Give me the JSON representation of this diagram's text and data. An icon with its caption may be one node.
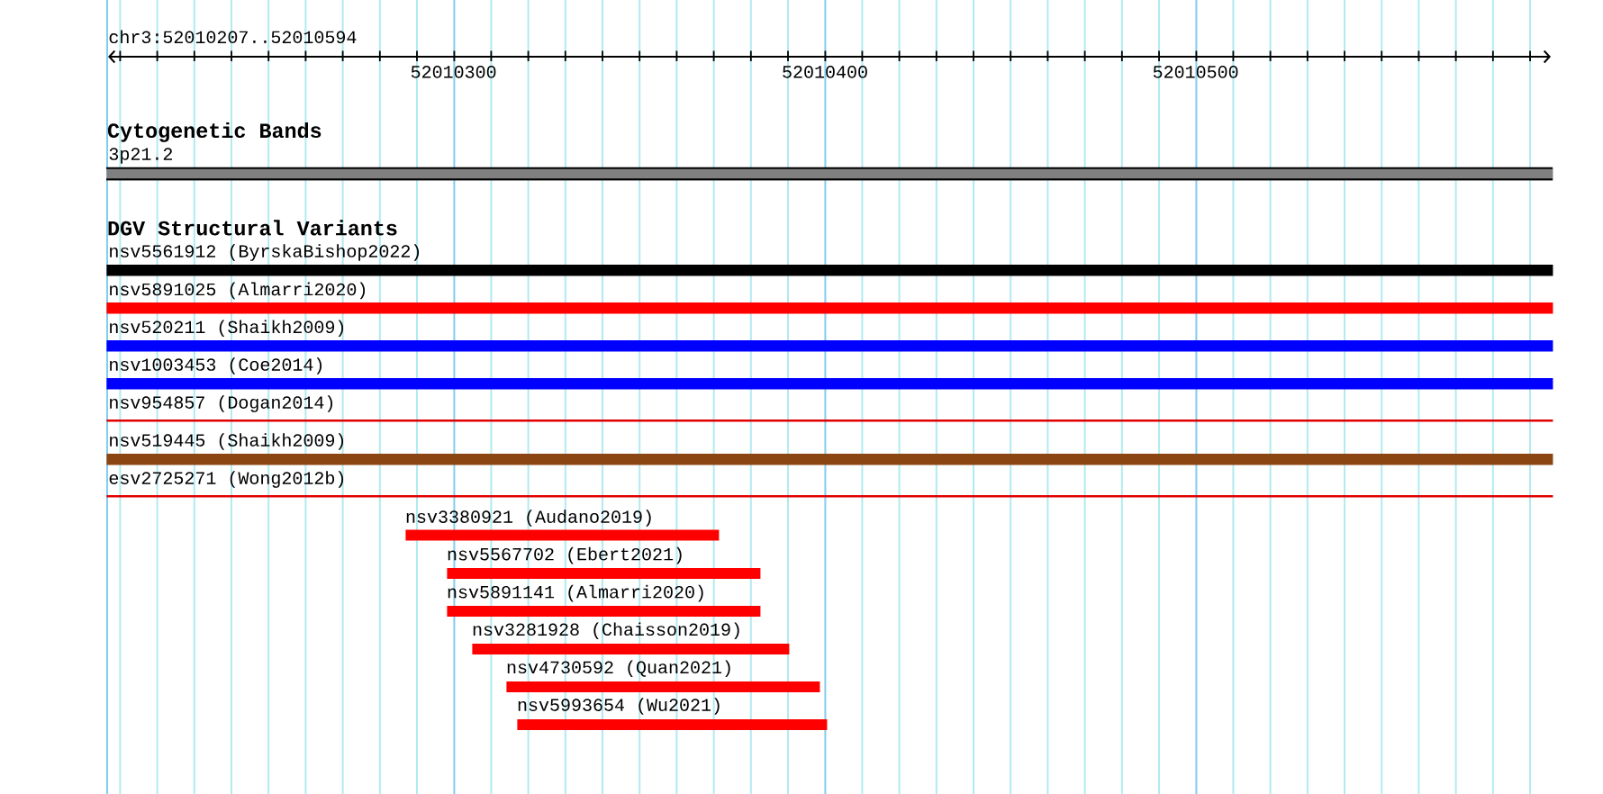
{
  "diagram": {
    "nodes": [
      {
        "text": [
          "3p21.2"
        ]
      },
      {
        "text": [
          "nsv5561912 (ByrskaBishop2022)"
        ]
      },
      {
        "text": [
          "nsv5891025 (Almarri2020)"
        ]
      },
      {
        "text": [
          "nsv520211 (Shaikh2009)"
        ]
      },
      {
        "text": [
          "nsv1003453 (Coe2014)"
        ]
      },
      {
        "text": [
          "nsv954857 (Dogan2014)"
        ]
      },
      {
        "text": [
          "nsv519445 (Shaikh2009)"
        ]
      },
      {
        "text": [
          "esv2725271 (Wong2012b)"
        ]
      },
      {
        "text": [
          "nsv3380921 (Audano2019)"
        ]
      },
      {
        "text": [
          "nsv5567702 (Ebert2021)"
        ]
      },
      {
        "text": [
          "nsv5891141 (Almarri2020)"
        ]
      },
      {
        "text": [
          "nsv3281928 (Chaisson2019)"
        ]
      },
      {
        "text": [
          "nsv4730592 (Quan2021)"
        ]
      },
      {
        "text": [
          "nsv5993654 (Wu2021)"
        ]
      }
    ],
    "labels": [
      "chr3:52010207..52010594",
      "52010300",
      "52010400",
      "52010500",
      "Cytogenetic Bands",
      "DGV Structural Variants"
    ]
  }
}
